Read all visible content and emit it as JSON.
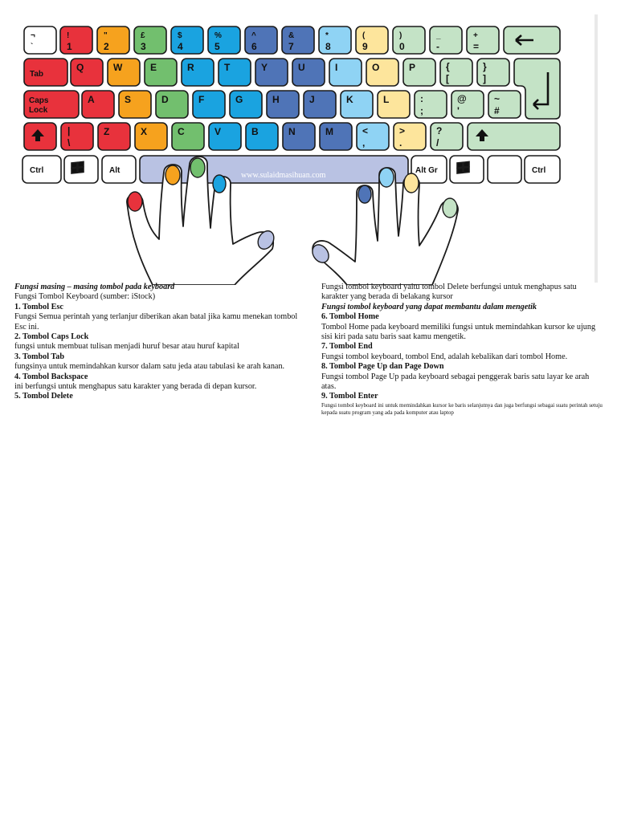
{
  "figure": {
    "watermark": "www.sulaidmasihuan.com",
    "keys": {
      "r0": [
        {
          "top": "¬",
          "bottom": "`"
        },
        {
          "top": "!",
          "bottom": "1"
        },
        {
          "top": "\"",
          "bottom": "2"
        },
        {
          "top": "£",
          "bottom": "3"
        },
        {
          "top": "$",
          "bottom": "4"
        },
        {
          "top": "%",
          "bottom": "5"
        },
        {
          "top": "^",
          "bottom": "6"
        },
        {
          "top": "&",
          "bottom": "7"
        },
        {
          "top": "*",
          "bottom": "8"
        },
        {
          "top": "(",
          "bottom": "9"
        },
        {
          "top": ")",
          "bottom": "0"
        },
        {
          "top": "_",
          "bottom": "-"
        },
        {
          "top": "+",
          "bottom": "="
        }
      ],
      "r1": [
        "Tab",
        "Q",
        "W",
        "E",
        "R",
        "T",
        "Y",
        "U",
        "I",
        "O",
        "P"
      ],
      "r1_brackets": [
        {
          "top": "{",
          "bottom": "["
        },
        {
          "top": "}",
          "bottom": "]"
        }
      ],
      "r2": [
        "Caps",
        "Lock",
        "A",
        "S",
        "D",
        "F",
        "G",
        "H",
        "J",
        "K",
        "L"
      ],
      "r2_punct": [
        {
          "top": ":",
          "bottom": ";"
        },
        {
          "top": "@",
          "bottom": "'"
        },
        {
          "top": "~",
          "bottom": "#"
        }
      ],
      "r3": [
        {
          "top": "|",
          "bottom": "\\"
        },
        "Z",
        "X",
        "C",
        "V",
        "B",
        "N",
        "M"
      ],
      "r3_punct": [
        {
          "top": "<",
          "bottom": ","
        },
        {
          "top": ">",
          "bottom": "."
        },
        {
          "top": "?",
          "bottom": "/"
        }
      ],
      "r4": [
        "Ctrl",
        "Alt",
        "Alt Gr",
        "Ctrl"
      ]
    },
    "colors": {
      "red": "#e8323c",
      "orange": "#f6a21e",
      "green": "#72bf6e",
      "blue": "#1aa3e0",
      "navy": "#4f74b7",
      "lightblue": "#8fd3f4",
      "yellow": "#fde59c",
      "mint": "#c4e3c6",
      "white": "#ffffff",
      "space": "#b9c2e3"
    }
  },
  "left_column": {
    "heading": "Fungsi masing – masing tombol pada keyboard",
    "caption": "Fungsi Tombol Keyboard (sumber: iStock)",
    "items": [
      {
        "title": "1. Tombol Esc",
        "text": "Fungsi Semua perintah yang terlanjur diberikan akan batal jika kamu menekan tombol Esc ini."
      },
      {
        "title": "2. Tombol Caps Lock",
        "text": "fungsi untuk membuat tulisan menjadi huruf besar atau huruf kapital"
      },
      {
        "title": "3. Tombol Tab",
        "text": "fungsinya untuk memindahkan kursor dalam satu jeda atau tabulasi ke arah kanan."
      },
      {
        "title": "4. Tombol Backspace",
        "text": "ini berfungsi untuk menghapus satu karakter yang berada di depan kursor."
      },
      {
        "title": "5. Tombol Delete",
        "text": ""
      }
    ]
  },
  "right_column": {
    "intro": "Fungsi tombol keyboard yaitu tombol Delete berfungsi untuk menghapus satu karakter yang berada di belakang kursor",
    "heading": "Fungsi tombol keyboard yang dapat membantu dalam mengetik",
    "items": [
      {
        "title": "6. Tombol Home",
        "text": "Tombol Home pada keyboard memiliki fungsi untuk memindahkan kursor ke ujung sisi kiri pada satu baris saat kamu mengetik."
      },
      {
        "title": "7. Tombol End",
        "text": "Fungsi tombol keyboard, tombol End, adalah kebalikan dari tombol Home."
      },
      {
        "title": "8. Tombol Page Up dan Page Down",
        "text": "Fungsi tombol Page Up pada keyboard sebagai penggerak baris satu layar ke arah atas."
      },
      {
        "title": "9. Tombol Enter",
        "text": "Fungsi tombol keyboard ini untuk memindahkan kursor ke baris selanjutnya dan juga berfungsi sebagai suatu perintah setuju kepada suatu program yang ada pada komputer atau laptop"
      }
    ]
  }
}
